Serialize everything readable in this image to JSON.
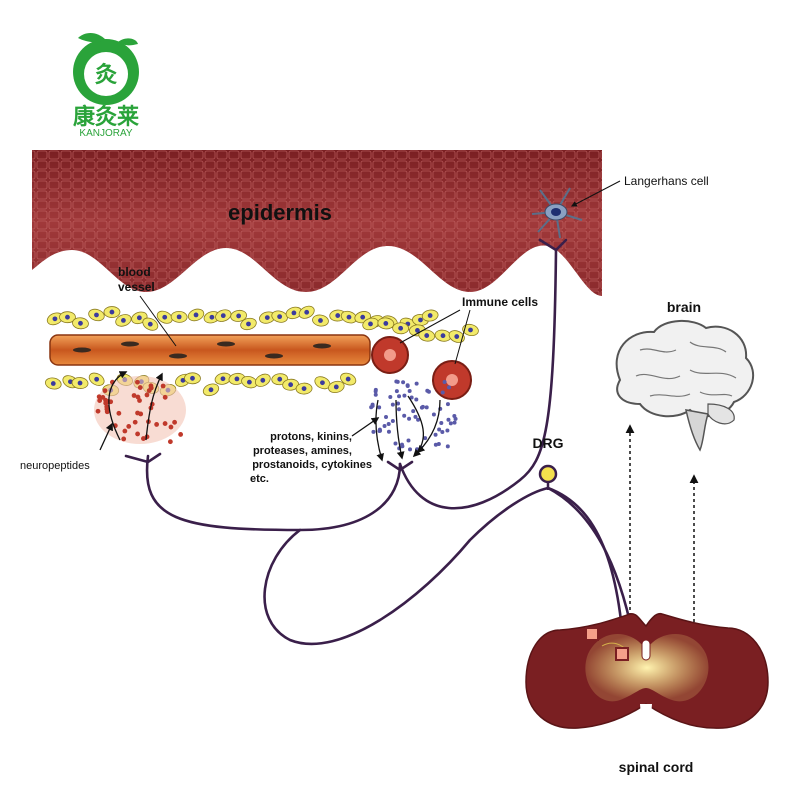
{
  "logo": {
    "brand_cn": "康灸莱",
    "brand_en": "KANJORAY",
    "glyph": "灸",
    "icon": "leaf-apple-logo-icon",
    "color": "#2aa33a"
  },
  "labels": {
    "epidermis": "epidermis",
    "langerhans": "Langerhans cell",
    "blood_vessel_1": "blood",
    "blood_vessel_2": "vessel",
    "immune": "Immune cells",
    "mediators": [
      "protons, kinins,",
      "proteases, amines,",
      "prostanoids, cytokines",
      "etc."
    ],
    "neuropeptides": "neuropeptides",
    "drg": "DRG",
    "brain": "brain",
    "spinal_cord": "spinal cord"
  },
  "colors": {
    "epidermis": "#8e2a2a",
    "vessel": "#d2691e",
    "cell": "#f2ea6a",
    "nucleus": "#3b3b9e",
    "nerve": "#3a1f4a",
    "immune": "#c0392b",
    "drg": "#f4e04d"
  }
}
